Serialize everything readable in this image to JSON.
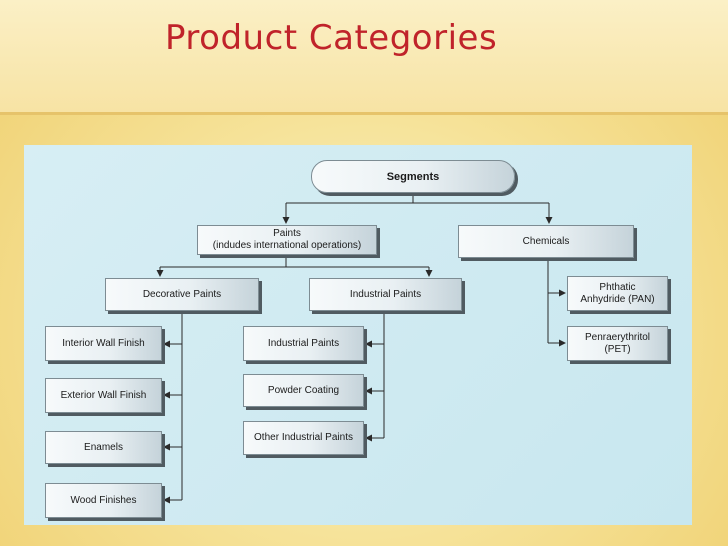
{
  "title": "Product Categories",
  "colors": {
    "title": "#c0232a",
    "diagram_background": "#cde9f1",
    "connector": "#2a2a2a"
  },
  "nodes": {
    "segments": "Segments",
    "paints_line1": "Paints",
    "paints_line2": "(indudes international operations)",
    "chemicals": "Chemicals",
    "decorative_paints": "Decorative Paints",
    "industrial_paints_group": "Industrial Paints",
    "phthalic_line1": "Phthatic",
    "phthalic_line2": "Anhydride (PAN)",
    "pentaerythritol_line1": "Penraerythritol",
    "pentaerythritol_line2": "(PET)",
    "interior_wall_finish": "Interior Wall Finish",
    "exterior_wall_finish": "Exterior Wall Finish",
    "enamels": "Enamels",
    "wood_finishes": "Wood Finishes",
    "industrial_paints_item": "Industrial Paints",
    "powder_coating": "Powder Coating",
    "other_industrial_paints": "Other Industrial Paints"
  }
}
